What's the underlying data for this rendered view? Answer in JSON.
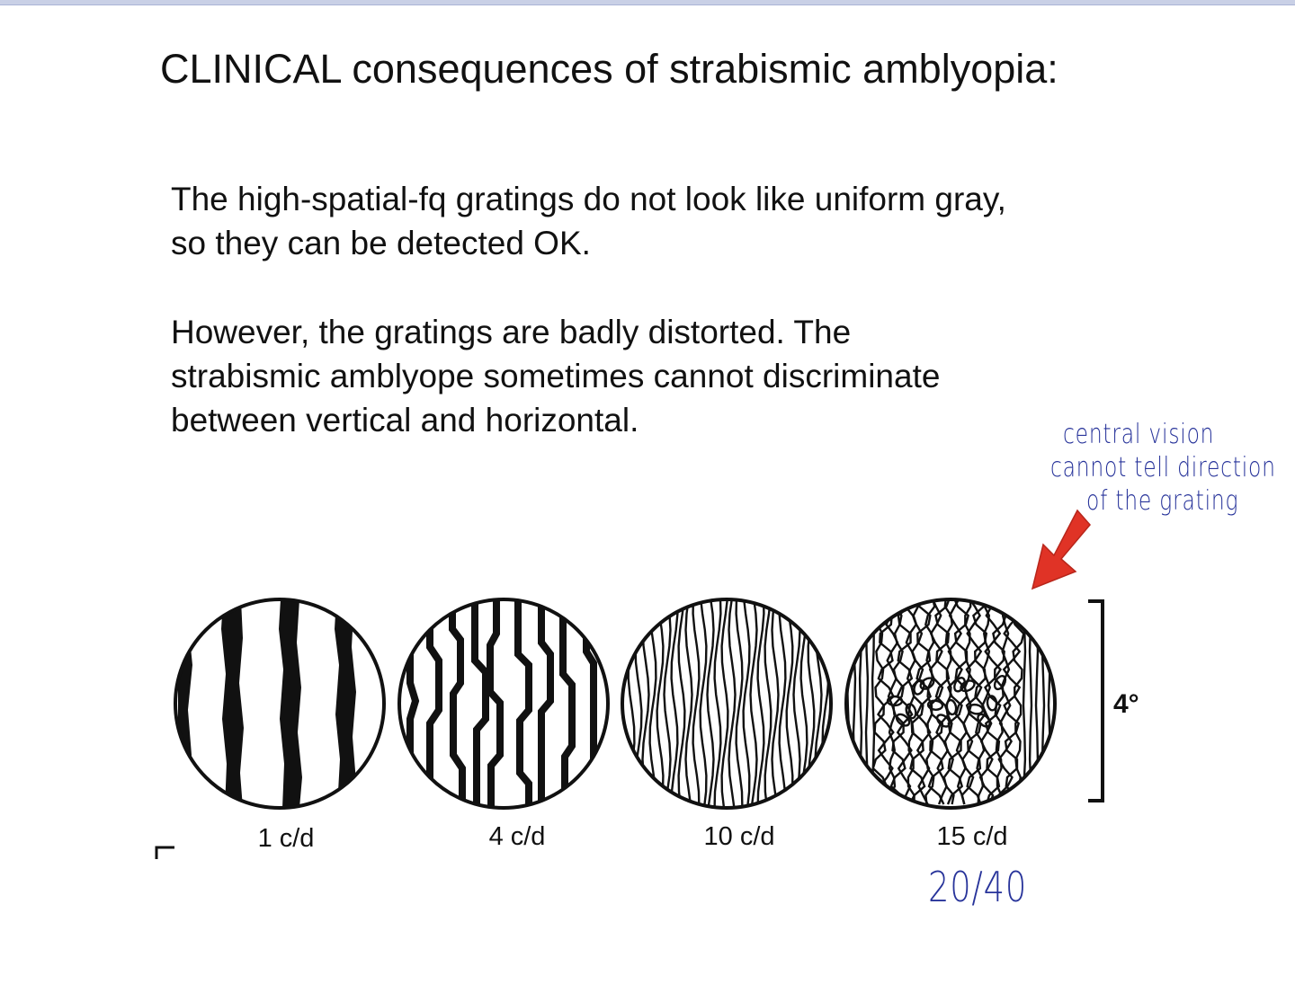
{
  "slide": {
    "title": "CLINICAL consequences of strabismic amblyopia:",
    "paragraph1": {
      "line1": "The high-spatial-fq gratings do not look like uniform gray,",
      "line2": "so they can be detected OK."
    },
    "paragraph2": {
      "line1": "However, the gratings are badly distorted. The",
      "line2": "strabismic amblyope sometimes cannot discriminate",
      "line3": "between  vertical and horizontal."
    }
  },
  "figure": {
    "gratings": [
      {
        "label": "1 c/d"
      },
      {
        "label": "4 c/d"
      },
      {
        "label": "10 c/d"
      },
      {
        "label": "15 c/d"
      }
    ],
    "size_label": "4°"
  },
  "annotations": {
    "note": {
      "line1": "central vision",
      "line2": "cannot tell direction",
      "line3": "of the grating"
    },
    "acuity": "20/40",
    "arrow_color": "#e03326",
    "ink_color": "#27339a"
  }
}
